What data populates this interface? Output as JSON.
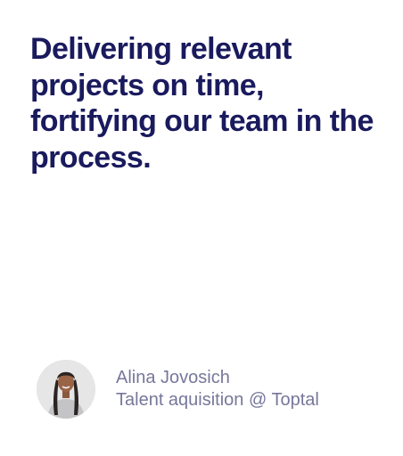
{
  "testimonial": {
    "quote": "Delivering relevant projects on time, fortifying our team in the process.",
    "author": {
      "name": "Alina Jovosich",
      "role": "Talent aquisition @ Toptal",
      "avatar_icon": "person-portrait"
    }
  },
  "colors": {
    "quote_text": "#1a1a5e",
    "author_text": "#77779b",
    "background": "#ffffff"
  }
}
